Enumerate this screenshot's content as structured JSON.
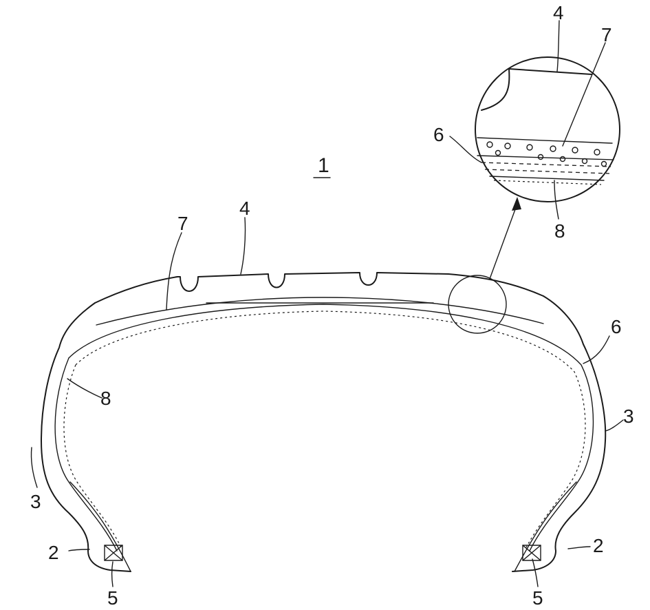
{
  "diagram": {
    "figure_label": "1",
    "labels": {
      "tread_top": "4",
      "belt_top": "7",
      "detail_tread": "4",
      "detail_belt": "7",
      "detail_carcass": "6",
      "detail_inner": "8",
      "carcass_right": "6",
      "inner_left": "8",
      "sidewall_left": "3",
      "sidewall_right": "3",
      "bead_left": "2",
      "bead_right": "2",
      "core_left": "5",
      "core_right": "5"
    },
    "colors": {
      "ink": "#1a1a1a",
      "paper": "#ffffff"
    }
  }
}
